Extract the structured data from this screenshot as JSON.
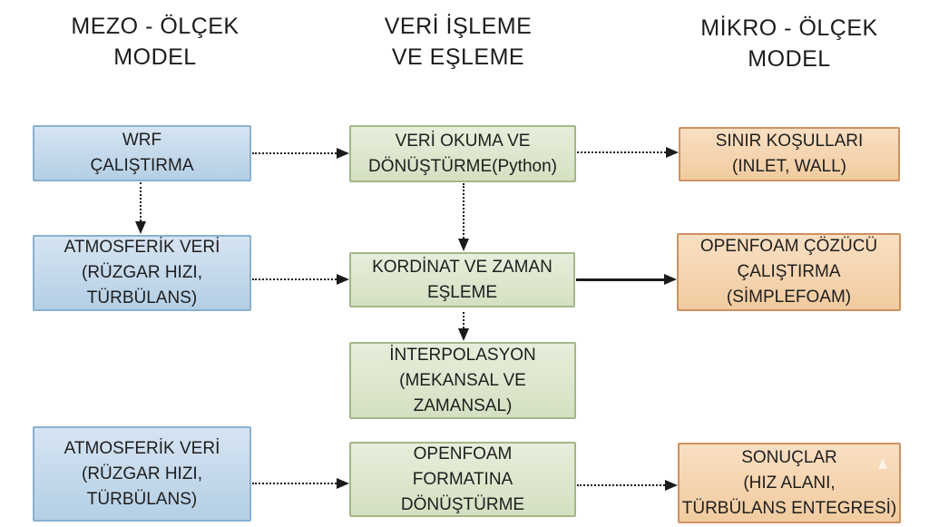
{
  "column_headers": {
    "mezo": {
      "lines": [
        "MEZO - ÖLÇEK",
        "MODEL"
      ]
    },
    "veri": {
      "lines": [
        "VERİ İŞLEME",
        "VE EŞLEME"
      ]
    },
    "mikro": {
      "lines": [
        "MİKRO - ÖLÇEK",
        "MODEL"
      ]
    }
  },
  "nodes": {
    "wrf": {
      "group": "mezo-olcek",
      "lines": [
        "WRF",
        "ÇALIŞTIRMA"
      ]
    },
    "veri_okuma": {
      "group": "veri-isleme",
      "lines": [
        "VERİ OKUMA VE",
        "DÖNÜŞTÜRME(Python)"
      ]
    },
    "sinir_kosullari": {
      "group": "mikro-olcek",
      "lines": [
        "SINIR KOŞULLARI",
        "(INLET, WALL)"
      ]
    },
    "atmosferik_veri_1": {
      "group": "mezo-olcek",
      "lines": [
        "ATMOSFERİK VERİ",
        "(RÜZGAR HIZI,",
        "TÜRBÜLANS)"
      ]
    },
    "kordinat_eslemesi": {
      "group": "veri-isleme",
      "lines": [
        "KORDİNAT VE ZAMAN",
        "EŞLEME"
      ]
    },
    "openfoam_cozucu": {
      "group": "mikro-olcek",
      "lines": [
        "OPENFOAM ÇÖZÜCÜ",
        "ÇALIŞTIRMA",
        "(SİMPLEFOAM)"
      ]
    },
    "interpolasyon": {
      "group": "veri-isleme",
      "lines": [
        "İNTERPOLASYON",
        "(MEKANSAL VE",
        "ZAMANSAL)"
      ]
    },
    "atmosferik_veri_2": {
      "group": "mezo-olcek",
      "lines": [
        "ATMOSFERİK VERİ",
        "(RÜZGAR HIZI,",
        "TÜRBÜLANS)"
      ]
    },
    "openfoam_formatina": {
      "group": "veri-isleme",
      "lines": [
        "OPENFOAM",
        "FORMATINA",
        "DÖNÜŞTÜRME"
      ]
    },
    "sonuclar": {
      "group": "mikro-olcek",
      "lines": [
        "SONUÇLAR",
        "(HIZ ALANI,",
        "TÜRBÜLANS ENTEGRESİ)"
      ]
    }
  },
  "edges": [
    {
      "from": "wrf",
      "to": "veri_okuma",
      "style": "dotted",
      "direction": "right"
    },
    {
      "from": "veri_okuma",
      "to": "sinir_kosullari",
      "style": "dotted",
      "direction": "right"
    },
    {
      "from": "wrf",
      "to": "atmosferik_veri_1",
      "style": "dotted",
      "direction": "down"
    },
    {
      "from": "veri_okuma",
      "to": "kordinat_eslemesi",
      "style": "dotted",
      "direction": "down"
    },
    {
      "from": "atmosferik_veri_1",
      "to": "kordinat_eslemesi",
      "style": "dotted",
      "direction": "right"
    },
    {
      "from": "kordinat_eslemesi",
      "to": "openfoam_cozucu",
      "style": "solid",
      "direction": "right"
    },
    {
      "from": "kordinat_eslemesi",
      "to": "interpolasyon",
      "style": "dotted",
      "direction": "down"
    },
    {
      "from": "atmosferik_veri_2",
      "to": "openfoam_formatina",
      "style": "dotted",
      "direction": "right"
    },
    {
      "from": "openfoam_formatina",
      "to": "sonuclar",
      "style": "dotted",
      "direction": "right"
    }
  ],
  "colors": {
    "blue-top": "#d6e4f2",
    "blue-bottom": "#b4cfe5",
    "blue-border": "#8ab0d0",
    "green-top": "#e7eedb",
    "green-bottom": "#d4e0c2",
    "green-border": "#a6b687",
    "orange-top": "#f9dfc2",
    "orange-bottom": "#f1cb9f",
    "orange-border": "#cd9162",
    "arrow-color": "#1b1b1b",
    "text-color": "#1e1e1e",
    "background": "#ffffff"
  }
}
